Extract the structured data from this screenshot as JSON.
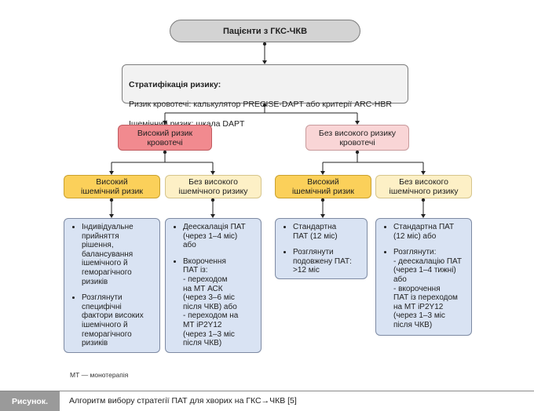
{
  "top_node": "Пацієнти з ГКС-ЧКВ",
  "stratification": {
    "title": "Стратифікація ризику:",
    "line1": "Ризик кровотечі: калькулятор PRECISE-DAPT або критерії ARC-HBR",
    "line2": "Ішемічний ризик: шкала DAPT"
  },
  "bleeding_risk": {
    "high": "Високий ризик\nкровотечі",
    "not_high": "Без високого ризику\nкровотечі"
  },
  "ischemic_risk": {
    "high_1": "Високий\nішемічний ризик",
    "not_high_1": "Без високого\nішемічного ризику",
    "high_2": "Високий\nішемічний ризик",
    "not_high_2": "Без високого\nішемічного ризику"
  },
  "actions": {
    "a1": [
      "Індивідуальне\nприйняття\nрішення,\nбалансування\nішемічного й\nгеморагічного\nризиків",
      "Розглянути\nспецифічні\nфактори високих\nішемічного й\nгеморагічного\nризиків"
    ],
    "a2": [
      "Деескалація ПАТ\n(через 1–4 міс)\nабо",
      "Вкорочення\nПАТ із:\n- переходом\nна МТ АСК\n(через 3–6 міс\nпісля ЧКВ) або\n- переходом на\nМТ іP2Y12\n(через 1–3 міс\nпісля ЧКВ)"
    ],
    "a3": [
      "Стандартна\nПАТ (12 міс)",
      "Розглянути\nподовжену ПАТ:\n>12 міс"
    ],
    "a4": [
      "Стандартна ПАТ\n(12 міс) або",
      "Розглянути:\n- деескалацію ПАТ\n(через 1–4 тижні)\nабо\n- вкорочення\nПАТ із переходом\nна МТ іP2Y12\n(через 1–3 міс\nпісля ЧКВ)"
    ]
  },
  "note": "МТ — монотерапія",
  "caption": {
    "label": "Рисунок.",
    "text": "Алгоритм вибору стратегії ПАТ для хворих на ГКС→ЧКВ [5]"
  },
  "colors": {
    "high_bleeding": "#f18a8f",
    "low_bleeding": "#f9d5d6",
    "high_ischemic": "#fbd05a",
    "low_ischemic": "#fdf0c6",
    "action": "#d9e3f3"
  }
}
